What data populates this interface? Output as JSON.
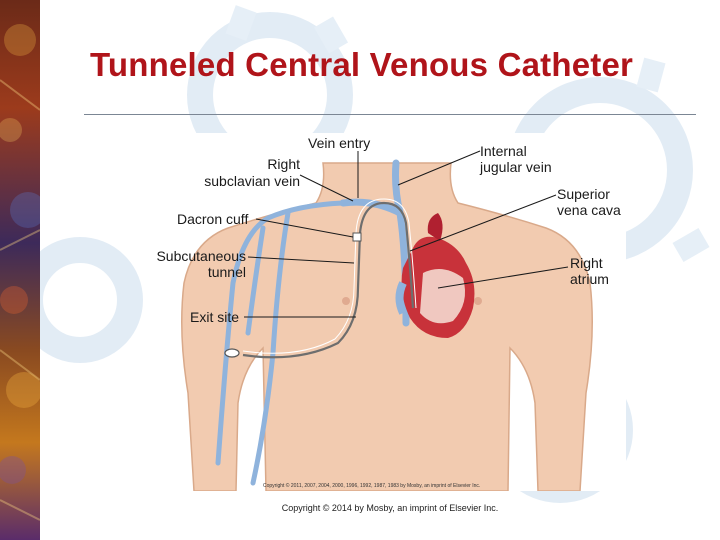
{
  "slide": {
    "title": "Tunneled Central Venous Catheter",
    "caption": "Copyright © 2014 by Mosby, an imprint of Elsevier Inc."
  },
  "figure": {
    "labels": {
      "vein_entry": "Vein entry",
      "right_subclavian_line1": "Right",
      "right_subclavian_line2": "subclavian vein",
      "dacron_cuff": "Dacron cuff",
      "subcutaneous_line1": "Subcutaneous",
      "subcutaneous_line2": "tunnel",
      "exit_site": "Exit site",
      "internal_jugular_line1": "Internal",
      "internal_jugular_line2": "jugular vein",
      "superior_vena_cava_line1": "Superior",
      "superior_vena_cava_line2": "vena cava",
      "right_atrium_line1": "Right",
      "right_atrium_line2": "atrium"
    },
    "figure_copyright": "Copyright © 2011, 2007, 2004, 2000, 1996, 1992, 1987, 1983 by Mosby, an imprint of Elsevier Inc."
  },
  "colors": {
    "title": "#b0141a",
    "skin": "#f2cbb0",
    "vein": "#8fb3dc",
    "heart": "#c8323a",
    "gear": "#d6e6f3"
  }
}
